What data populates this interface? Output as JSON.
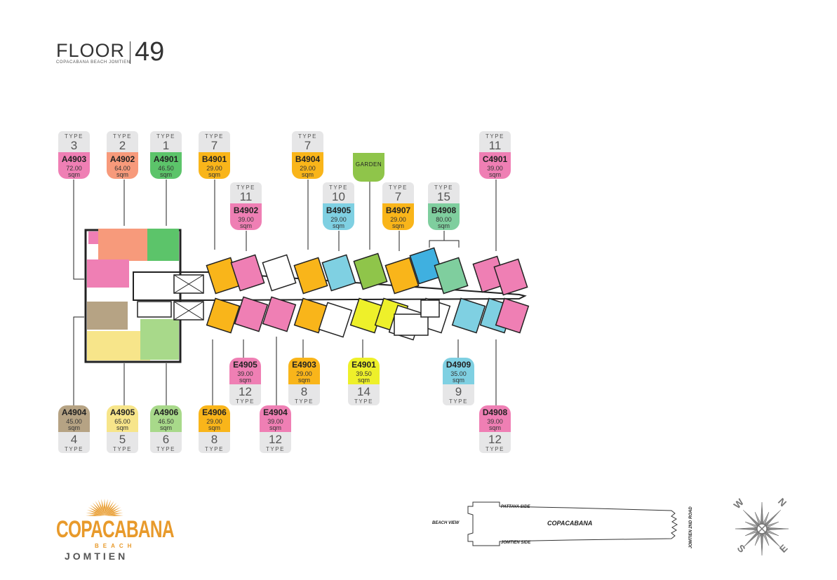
{
  "header": {
    "floor_word": "FLOOR",
    "floor_number": "49",
    "subtitle": "COPACABANA BEACH JOMTIEN"
  },
  "type_word": "TYPE",
  "colors": {
    "pink": "#ef7fb4",
    "salmon": "#f79a7b",
    "green": "#5cc46a",
    "yellow_orange": "#f9b51a",
    "cyan": "#7fd0e2",
    "mint": "#7fce9e",
    "tan": "#b6a384",
    "light_yellow": "#f7e58a",
    "light_green": "#a8d98a",
    "lemon": "#eef02a",
    "garden_green": "#8fc54a",
    "type_grey": "#e6e6e7"
  },
  "units_top": [
    {
      "unit": "A4903",
      "type": "3",
      "area": "72.00",
      "unit_label": "sqm",
      "color": "pink"
    },
    {
      "unit": "A4902",
      "type": "2",
      "area": "64.00",
      "unit_label": "sqm",
      "color": "salmon"
    },
    {
      "unit": "A4901",
      "type": "1",
      "area": "46.50",
      "unit_label": "sqm",
      "color": "green"
    },
    {
      "unit": "B4901",
      "type": "7",
      "area": "29.00",
      "unit_label": "sqm",
      "color": "yellow_orange"
    },
    {
      "unit": "B4902",
      "type": "11",
      "area": "39.00",
      "unit_label": "sqm",
      "color": "pink"
    },
    {
      "unit": "B4904",
      "type": "7",
      "area": "29.00",
      "unit_label": "sqm",
      "color": "yellow_orange"
    },
    {
      "unit": "B4905",
      "type": "10",
      "area": "29.00",
      "unit_label": "sqm",
      "color": "cyan"
    },
    {
      "unit": "B4907",
      "type": "7",
      "area": "29.00",
      "unit_label": "sqm",
      "color": "yellow_orange"
    },
    {
      "unit": "B4908",
      "type": "15",
      "area": "80.00",
      "unit_label": "sqm",
      "color": "mint"
    },
    {
      "unit": "C4901",
      "type": "11",
      "area": "39.00",
      "unit_label": "sqm",
      "color": "pink"
    }
  ],
  "garden_label": "GARDEN",
  "units_bottom": [
    {
      "unit": "E4905",
      "type": "12",
      "area": "39.00",
      "unit_label": "sqm",
      "color": "pink"
    },
    {
      "unit": "E4903",
      "type": "8",
      "area": "29.00",
      "unit_label": "sqm",
      "color": "yellow_orange"
    },
    {
      "unit": "E4901",
      "type": "14",
      "area": "39.50",
      "unit_label": "sqm",
      "color": "lemon"
    },
    {
      "unit": "D4909",
      "type": "9",
      "area": "35.00",
      "unit_label": "sqm",
      "color": "cyan"
    },
    {
      "unit": "A4904",
      "type": "4",
      "area": "45.00",
      "unit_label": "sqm",
      "color": "tan"
    },
    {
      "unit": "A4905",
      "type": "5",
      "area": "65.00",
      "unit_label": "sqm",
      "color": "light_yellow"
    },
    {
      "unit": "A4906",
      "type": "6",
      "area": "46.50",
      "unit_label": "sqm",
      "color": "light_green"
    },
    {
      "unit": "E4906",
      "type": "8",
      "area": "29.00",
      "unit_label": "sqm",
      "color": "yellow_orange"
    },
    {
      "unit": "E4904",
      "type": "12",
      "area": "39.00",
      "unit_label": "sqm",
      "color": "pink"
    },
    {
      "unit": "D4908",
      "type": "12",
      "area": "39.00",
      "unit_label": "sqm",
      "color": "pink"
    }
  ],
  "logo": {
    "line1": "COPACABANA",
    "line2": "BEACH",
    "line3": "JOMTIEN"
  },
  "key_map": {
    "title": "COPACABANA",
    "beach_view": "BEACH VIEW",
    "pattaya_side": "PATTAYA SIDE",
    "jomtien_side": "JOMTIEN SIDE",
    "road": "JOMTIEN 2ND ROAD"
  },
  "compass": {
    "n": "N",
    "s": "S",
    "e": "E",
    "w": "W"
  }
}
